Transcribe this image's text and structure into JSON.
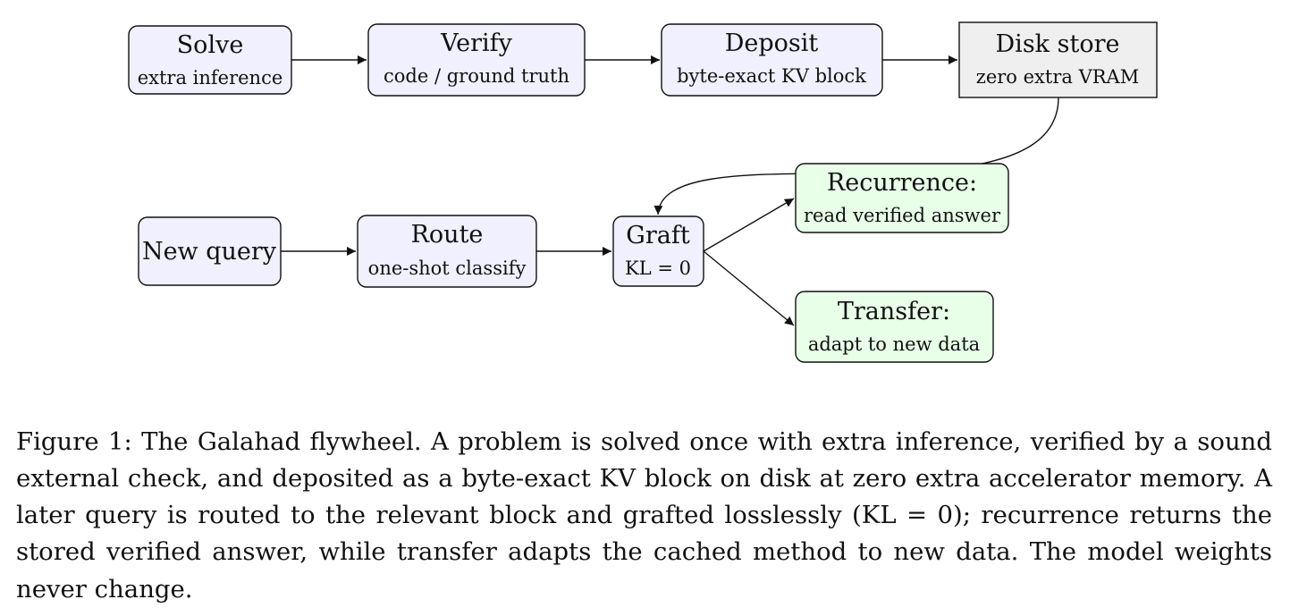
{
  "colors": {
    "process_fill": "#f0f0ff",
    "storage_fill": "#efefef",
    "outcome_fill": "#e8ffe8",
    "stroke": "#111111"
  },
  "nodes": {
    "solve": {
      "title": "Solve",
      "subtitle": "extra inference"
    },
    "verify": {
      "title": "Verify",
      "subtitle": "code / ground truth"
    },
    "deposit": {
      "title": "Deposit",
      "subtitle": "byte-exact KV block"
    },
    "disk_store": {
      "title": "Disk store",
      "subtitle": "zero extra VRAM"
    },
    "new_query": {
      "title": "New query"
    },
    "route": {
      "title": "Route",
      "subtitle": "one-shot classify"
    },
    "graft": {
      "title": "Graft",
      "subtitle": "KL = 0"
    },
    "recurrence": {
      "title": "Recurrence:",
      "subtitle": "read verified answer"
    },
    "transfer": {
      "title": "Transfer:",
      "subtitle": "adapt to new data"
    }
  },
  "edges": [
    [
      "solve",
      "verify"
    ],
    [
      "verify",
      "deposit"
    ],
    [
      "deposit",
      "disk_store"
    ],
    [
      "disk_store",
      "graft"
    ],
    [
      "new_query",
      "route"
    ],
    [
      "route",
      "graft"
    ],
    [
      "graft",
      "recurrence"
    ],
    [
      "graft",
      "transfer"
    ]
  ],
  "caption": "Figure 1: The Galahad flywheel. A problem is solved once with extra inference, verified by a sound external check, and deposited as a byte-exact KV block on disk at zero extra accelerator memory. A later query is routed to the relevant block and grafted losslessly (KL = 0); recurrence returns the stored verified answer, while transfer adapts the cached method to new data. The model weights never change."
}
